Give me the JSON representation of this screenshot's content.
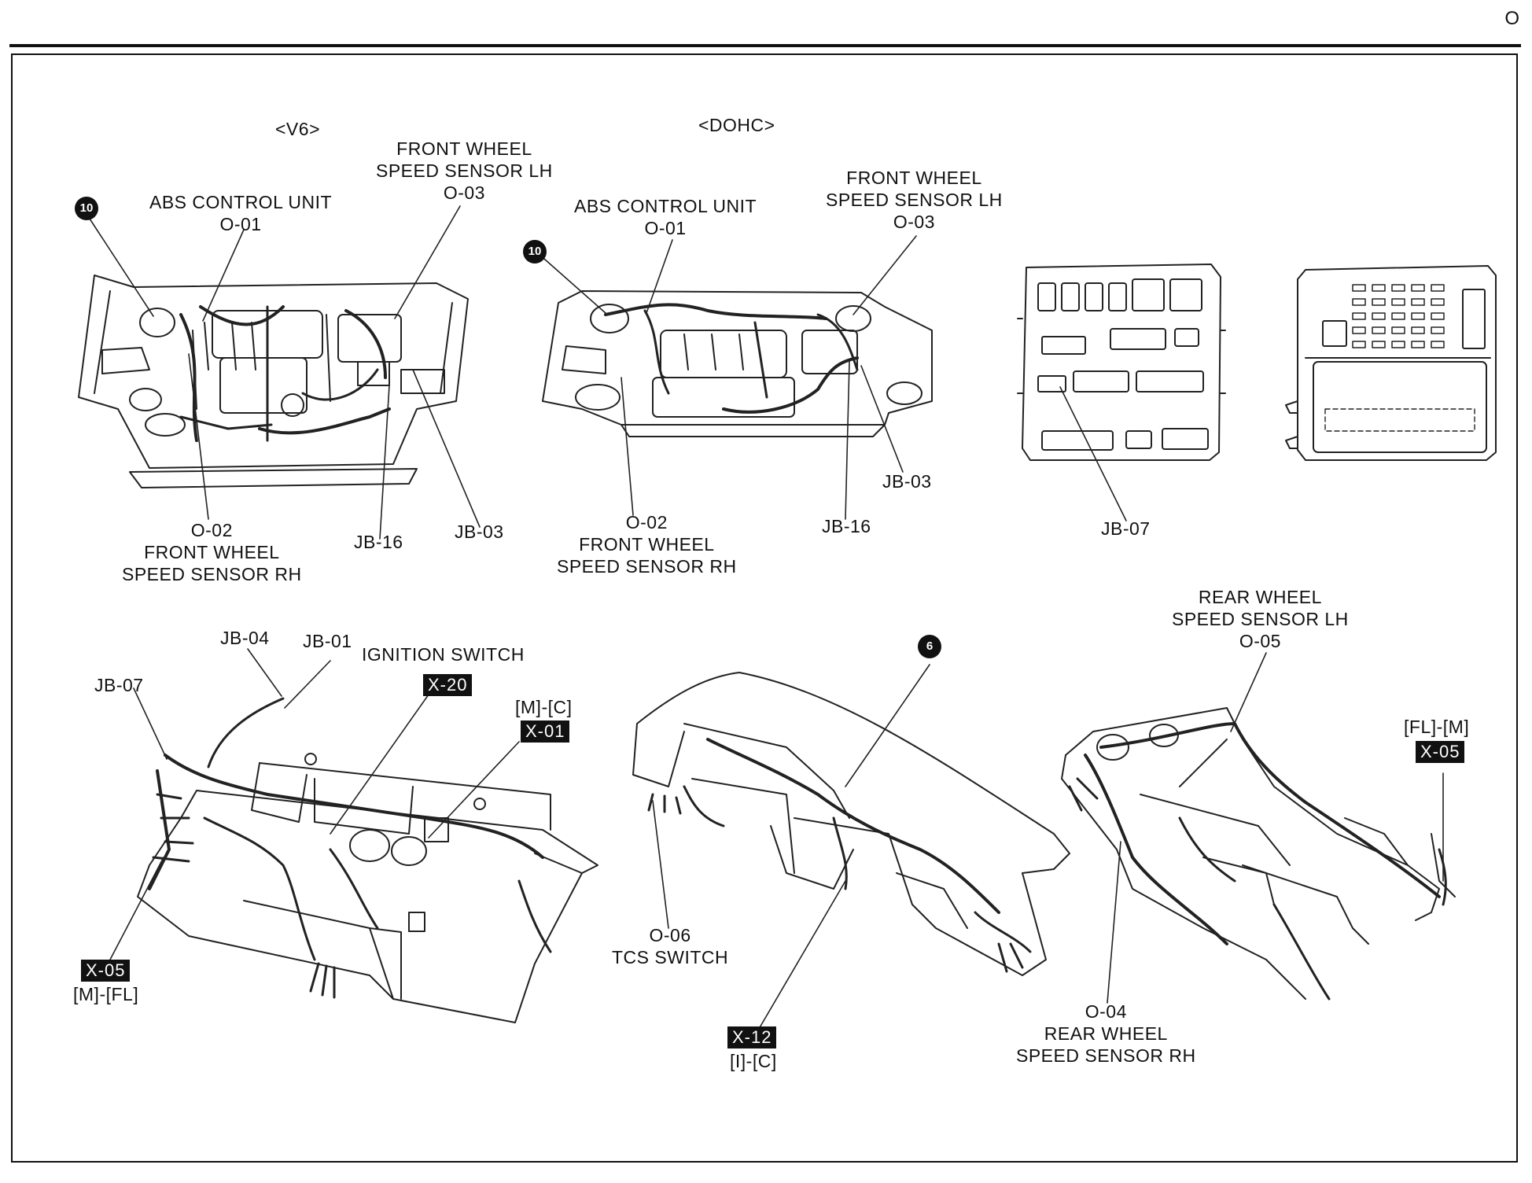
{
  "page": {
    "section_letter": "O"
  },
  "variants": {
    "v6": "<V6>",
    "dohc": "<DOHC>"
  },
  "v6": {
    "abs_unit": [
      "ABS CONTROL UNIT",
      "O-01"
    ],
    "fl_sensor": [
      "FRONT WHEEL",
      "SPEED SENSOR LH",
      "O-03"
    ],
    "fr_sensor": [
      "O-02",
      "FRONT WHEEL",
      "SPEED SENSOR RH"
    ],
    "jb16": "JB-16",
    "jb03": "JB-03",
    "badge": "10"
  },
  "dohc": {
    "abs_unit": [
      "ABS CONTROL UNIT",
      "O-01"
    ],
    "fl_sensor": [
      "FRONT WHEEL",
      "SPEED SENSOR LH",
      "O-03"
    ],
    "fr_sensor": [
      "O-02",
      "FRONT WHEEL",
      "SPEED SENSOR RH"
    ],
    "jb16": "JB-16",
    "jb03": "JB-03",
    "badge": "10"
  },
  "junction": {
    "jb07": "JB-07"
  },
  "dash_left": {
    "jb04": "JB-04",
    "jb01": "JB-01",
    "jb07": "JB-07",
    "ignition": "IGNITION SWITCH",
    "x20": "X-20",
    "x01_loc": "[M]-[C]",
    "x01": "X-01",
    "x05": "X-05",
    "x05_loc": "[M]-[FL]"
  },
  "dash_mid": {
    "badge": "6",
    "tcs": [
      "O-06",
      "TCS SWITCH"
    ],
    "x12": "X-12",
    "x12_loc": "[I]-[C]"
  },
  "floor": {
    "rl_sensor": [
      "REAR WHEEL",
      "SPEED SENSOR LH",
      "O-05"
    ],
    "x05_loc": "[FL]-[M]",
    "x05": "X-05",
    "rr_sensor": [
      "O-04",
      "REAR WHEEL",
      "SPEED SENSOR RH"
    ]
  }
}
